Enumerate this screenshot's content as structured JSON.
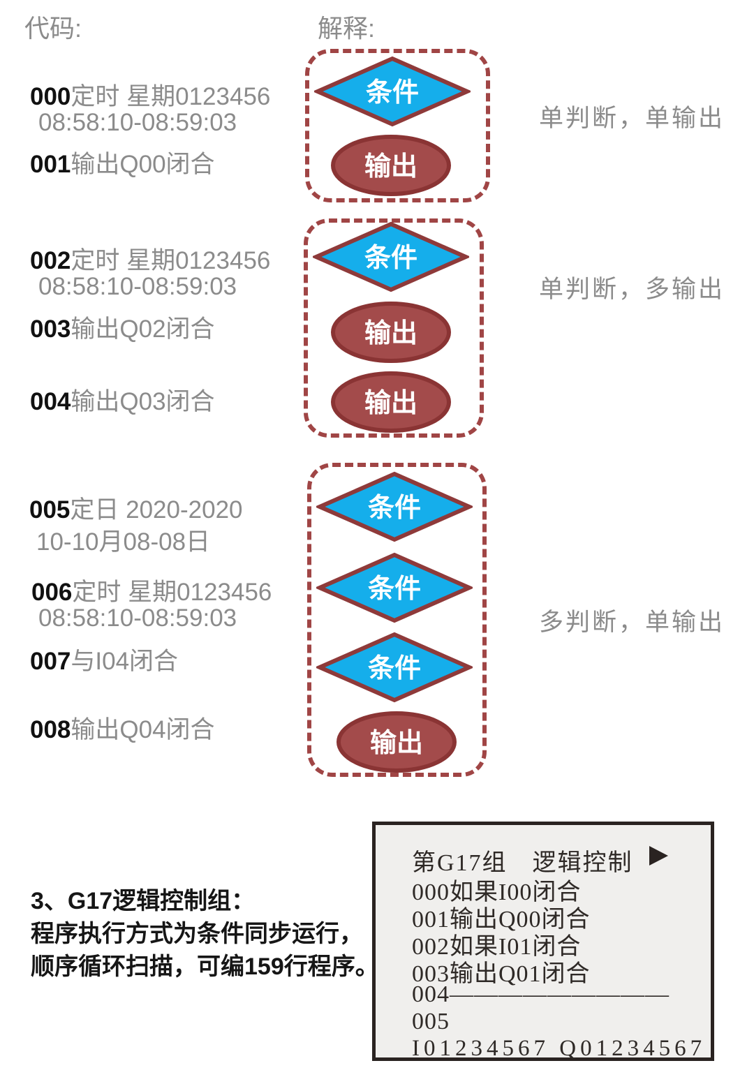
{
  "headers": {
    "code": "代码:",
    "explain": "解释:"
  },
  "code_lines": [
    {
      "num": "000",
      "text": "定时 星期0123456"
    },
    {
      "num": "",
      "text": "08:58:10-08:59:03"
    },
    {
      "num": "001",
      "text": "输出Q00闭合"
    },
    {
      "num": "002",
      "text": "定时 星期0123456"
    },
    {
      "num": "",
      "text": "08:58:10-08:59:03"
    },
    {
      "num": "003",
      "text": "输出Q02闭合"
    },
    {
      "num": "004",
      "text": "输出Q03闭合"
    },
    {
      "num": "005",
      "text": "定日 2020-2020"
    },
    {
      "num": "",
      "text": "10-10月08-08日"
    },
    {
      "num": "006",
      "text": "定时 星期0123456"
    },
    {
      "num": "",
      "text": "08:58:10-08:59:03"
    },
    {
      "num": "007",
      "text": "与I04闭合"
    },
    {
      "num": "008",
      "text": "输出Q04闭合"
    }
  ],
  "flow_labels": [
    "单判断，单输出",
    "单判断，多输出",
    "多判断，单输出"
  ],
  "shape_labels": {
    "condition": "条件",
    "output": "输出"
  },
  "lcd": {
    "title": "第G17组　逻辑控制",
    "lines": [
      "000如果I00闭合",
      "001输出Q00闭合",
      "002如果I01闭合",
      "003输出Q01闭合",
      "004—————————",
      "005"
    ],
    "footer": "I01234567  Q01234567"
  },
  "note": {
    "heading": "3、G17逻辑控制组：",
    "line2": "程序执行方式为条件同步运行，",
    "line3": "顺序循环扫描，可编159行程序。"
  },
  "colors": {
    "condition_fill": "#15AEEB",
    "shape_stroke": "#8E3A3A",
    "output_fill": "#A34B4B",
    "dashed_border": "#A04545",
    "gray_text": "#8B8B8B",
    "lcd_background": "#F0EFED",
    "lcd_border": "#2A2321"
  }
}
